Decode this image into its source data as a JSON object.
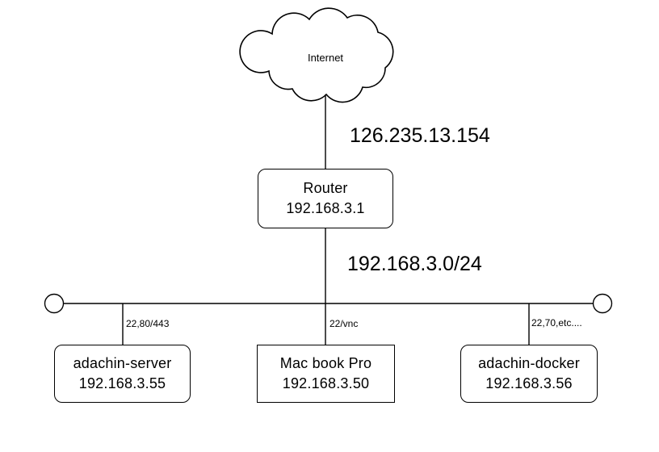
{
  "diagram": {
    "cloud": {
      "label": "Internet"
    },
    "wan_ip_label": "126.235.13.154",
    "lan_subnet_label": "192.168.3.0/24",
    "router": {
      "name": "Router",
      "ip": "192.168.3.1"
    },
    "devices": [
      {
        "name": "adachin-server",
        "ip": "192.168.3.55",
        "port_label": "22,80/443"
      },
      {
        "name": "Mac book Pro",
        "ip": "192.168.3.50",
        "port_label": "22/vnc"
      },
      {
        "name": "adachin-docker",
        "ip": "192.168.3.56",
        "port_label": "22,70,etc...."
      }
    ],
    "colors": {
      "stroke": "#000000",
      "background": "#ffffff",
      "text": "#000000"
    }
  }
}
